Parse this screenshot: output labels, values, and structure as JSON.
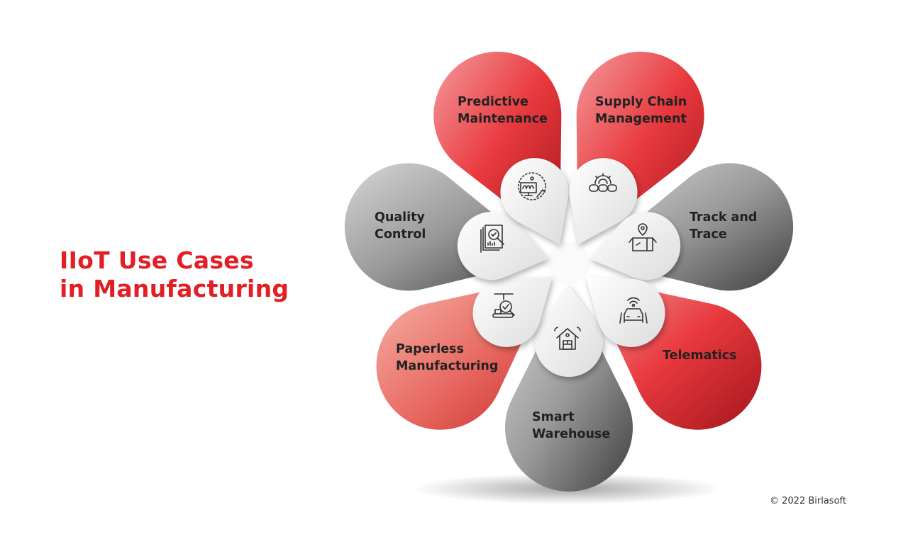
{
  "title": {
    "line1": "IIoT Use Cases",
    "line2": "in Manufacturing"
  },
  "petals": [
    {
      "label1": "Smart",
      "label2": "Warehouse",
      "icon": "smart-warehouse-icon",
      "tone": "gray"
    },
    {
      "label1": "Paperless",
      "label2": "Manufacturing",
      "icon": "conveyor-inspection-icon",
      "tone": "pink"
    },
    {
      "label1": "Quality",
      "label2": "Control",
      "icon": "document-magnifier-icon",
      "tone": "gray"
    },
    {
      "label1": "Predictive",
      "label2": "Maintenance",
      "icon": "monitor-wrench-icon",
      "tone": "red"
    },
    {
      "label1": "Supply Chain",
      "label2": "Management",
      "icon": "gear-chain-icon",
      "tone": "red"
    },
    {
      "label1": "Track and",
      "label2": "Trace",
      "icon": "package-location-icon",
      "tone": "gray"
    },
    {
      "label1": "Telematics",
      "label2": "",
      "icon": "connected-car-icon",
      "tone": "red"
    }
  ],
  "colors": {
    "accent": "#e31e24",
    "red_light": "#f38a8c",
    "red_dark": "#a3161c",
    "gray_light": "#c8c8c8",
    "gray_dark": "#4a4a4a"
  },
  "copyright": "© 2022 Birlasoft"
}
